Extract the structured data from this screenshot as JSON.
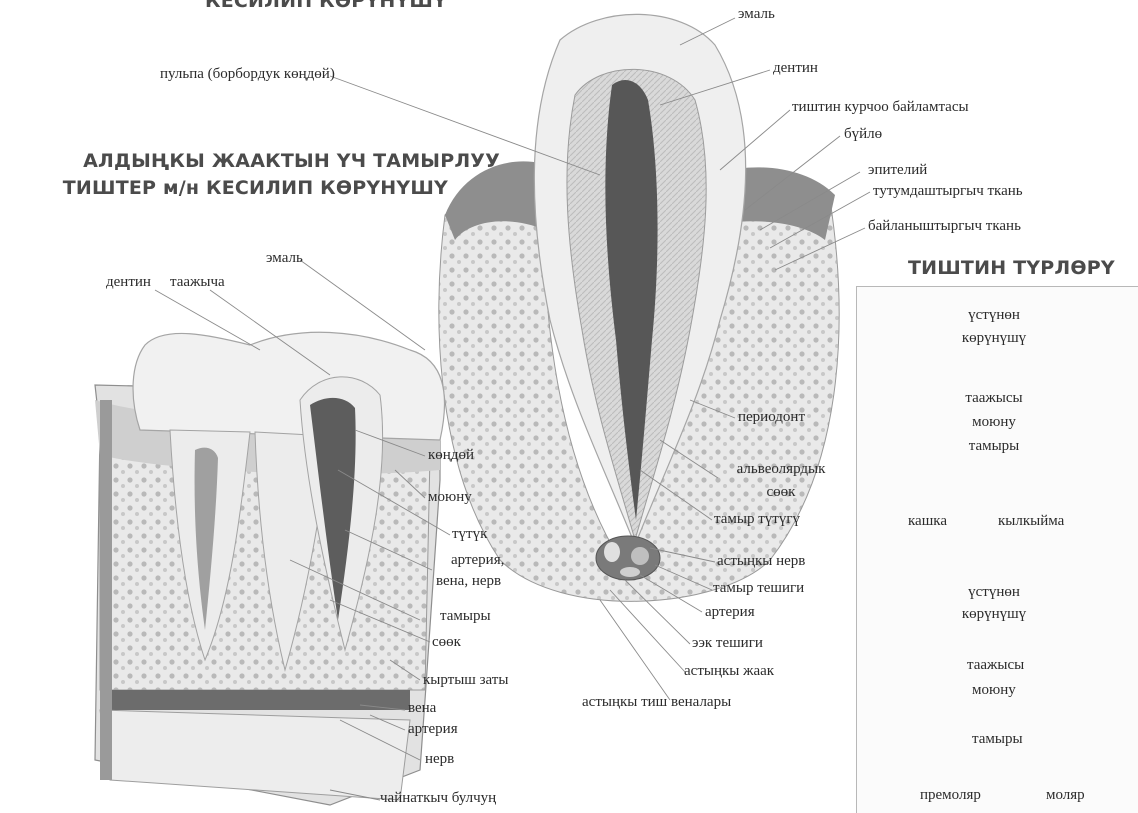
{
  "headings": {
    "top_cut": "КЕСИЛИП КӨРҮНҮШҮ",
    "front_teeth_line1": "АЛДЫҢКЫ ЖААКТЫН ҮЧ ТАМЫРЛУУ",
    "front_teeth_line2": "ТИШТЕР м/н КЕСИЛИП КӨРҮНҮШҮ",
    "tooth_types": "ТИШТИН ТҮРЛӨРҮ"
  },
  "center_labels": {
    "enamel": "эмаль",
    "dentin": "дентин",
    "pulp": "пульпа (борбордук көңдөй)",
    "circular_ligament": "тиштин курчоо байламтасы",
    "gum": "бүйлө",
    "epithelium": "эпителий",
    "connective_tissue": "тутумдаштыргыч ткань",
    "binding_tissue": "байланыштыргыч ткань",
    "periodontium": "периодонт",
    "alveolar_line1": "альвеолярдык",
    "alveolar_line2": "сөөк",
    "root_canal": "тамыр түтүгү",
    "lower_nerve": "астыңкы нерв",
    "root_foramen": "тамыр тешиги",
    "artery": "артерия",
    "jaw_foramen": "ээк тешиги",
    "lower_jaw": "астыңкы жаак",
    "lower_veins": "астыңкы тиш веналары"
  },
  "left_labels": {
    "enamel": "эмаль",
    "crown": "таажыча",
    "dentin": "дентин",
    "cavity": "көңдөй",
    "neck": "моюну",
    "canal": "түтүк",
    "avn_line1": "артерия,",
    "avn_line2": "вена, нерв",
    "roots": "тамыры",
    "bone": "сөөк",
    "spongy": "кыртыш заты",
    "vein": "вена",
    "artery": "артерия",
    "nerve": "нерв",
    "masseter": "чайнаткыч булчуң"
  },
  "types_labels": {
    "top_view_1_line1": "үстүнөн",
    "top_view_1_line2": "көрүнүшү",
    "crown_1": "таажысы",
    "neck_1": "моюну",
    "roots_1": "тамыры",
    "fang": "кашка",
    "incisor": "кылкыйма",
    "top_view_2_line1": "үстүнөн",
    "top_view_2_line2": "көрүнүшү",
    "crown_2": "таажысы",
    "neck_2": "моюну",
    "roots_2": "тамыры",
    "premolar": "премоляр",
    "molar": "моляр"
  },
  "colors": {
    "ink": "#2b2b2b",
    "heading": "#4b4b4b",
    "enamel": "#eeeeee",
    "dentin": "#d6d6d6",
    "pulp": "#555555",
    "bone": "#bdbdbd",
    "gum": "#8a8a8a"
  }
}
